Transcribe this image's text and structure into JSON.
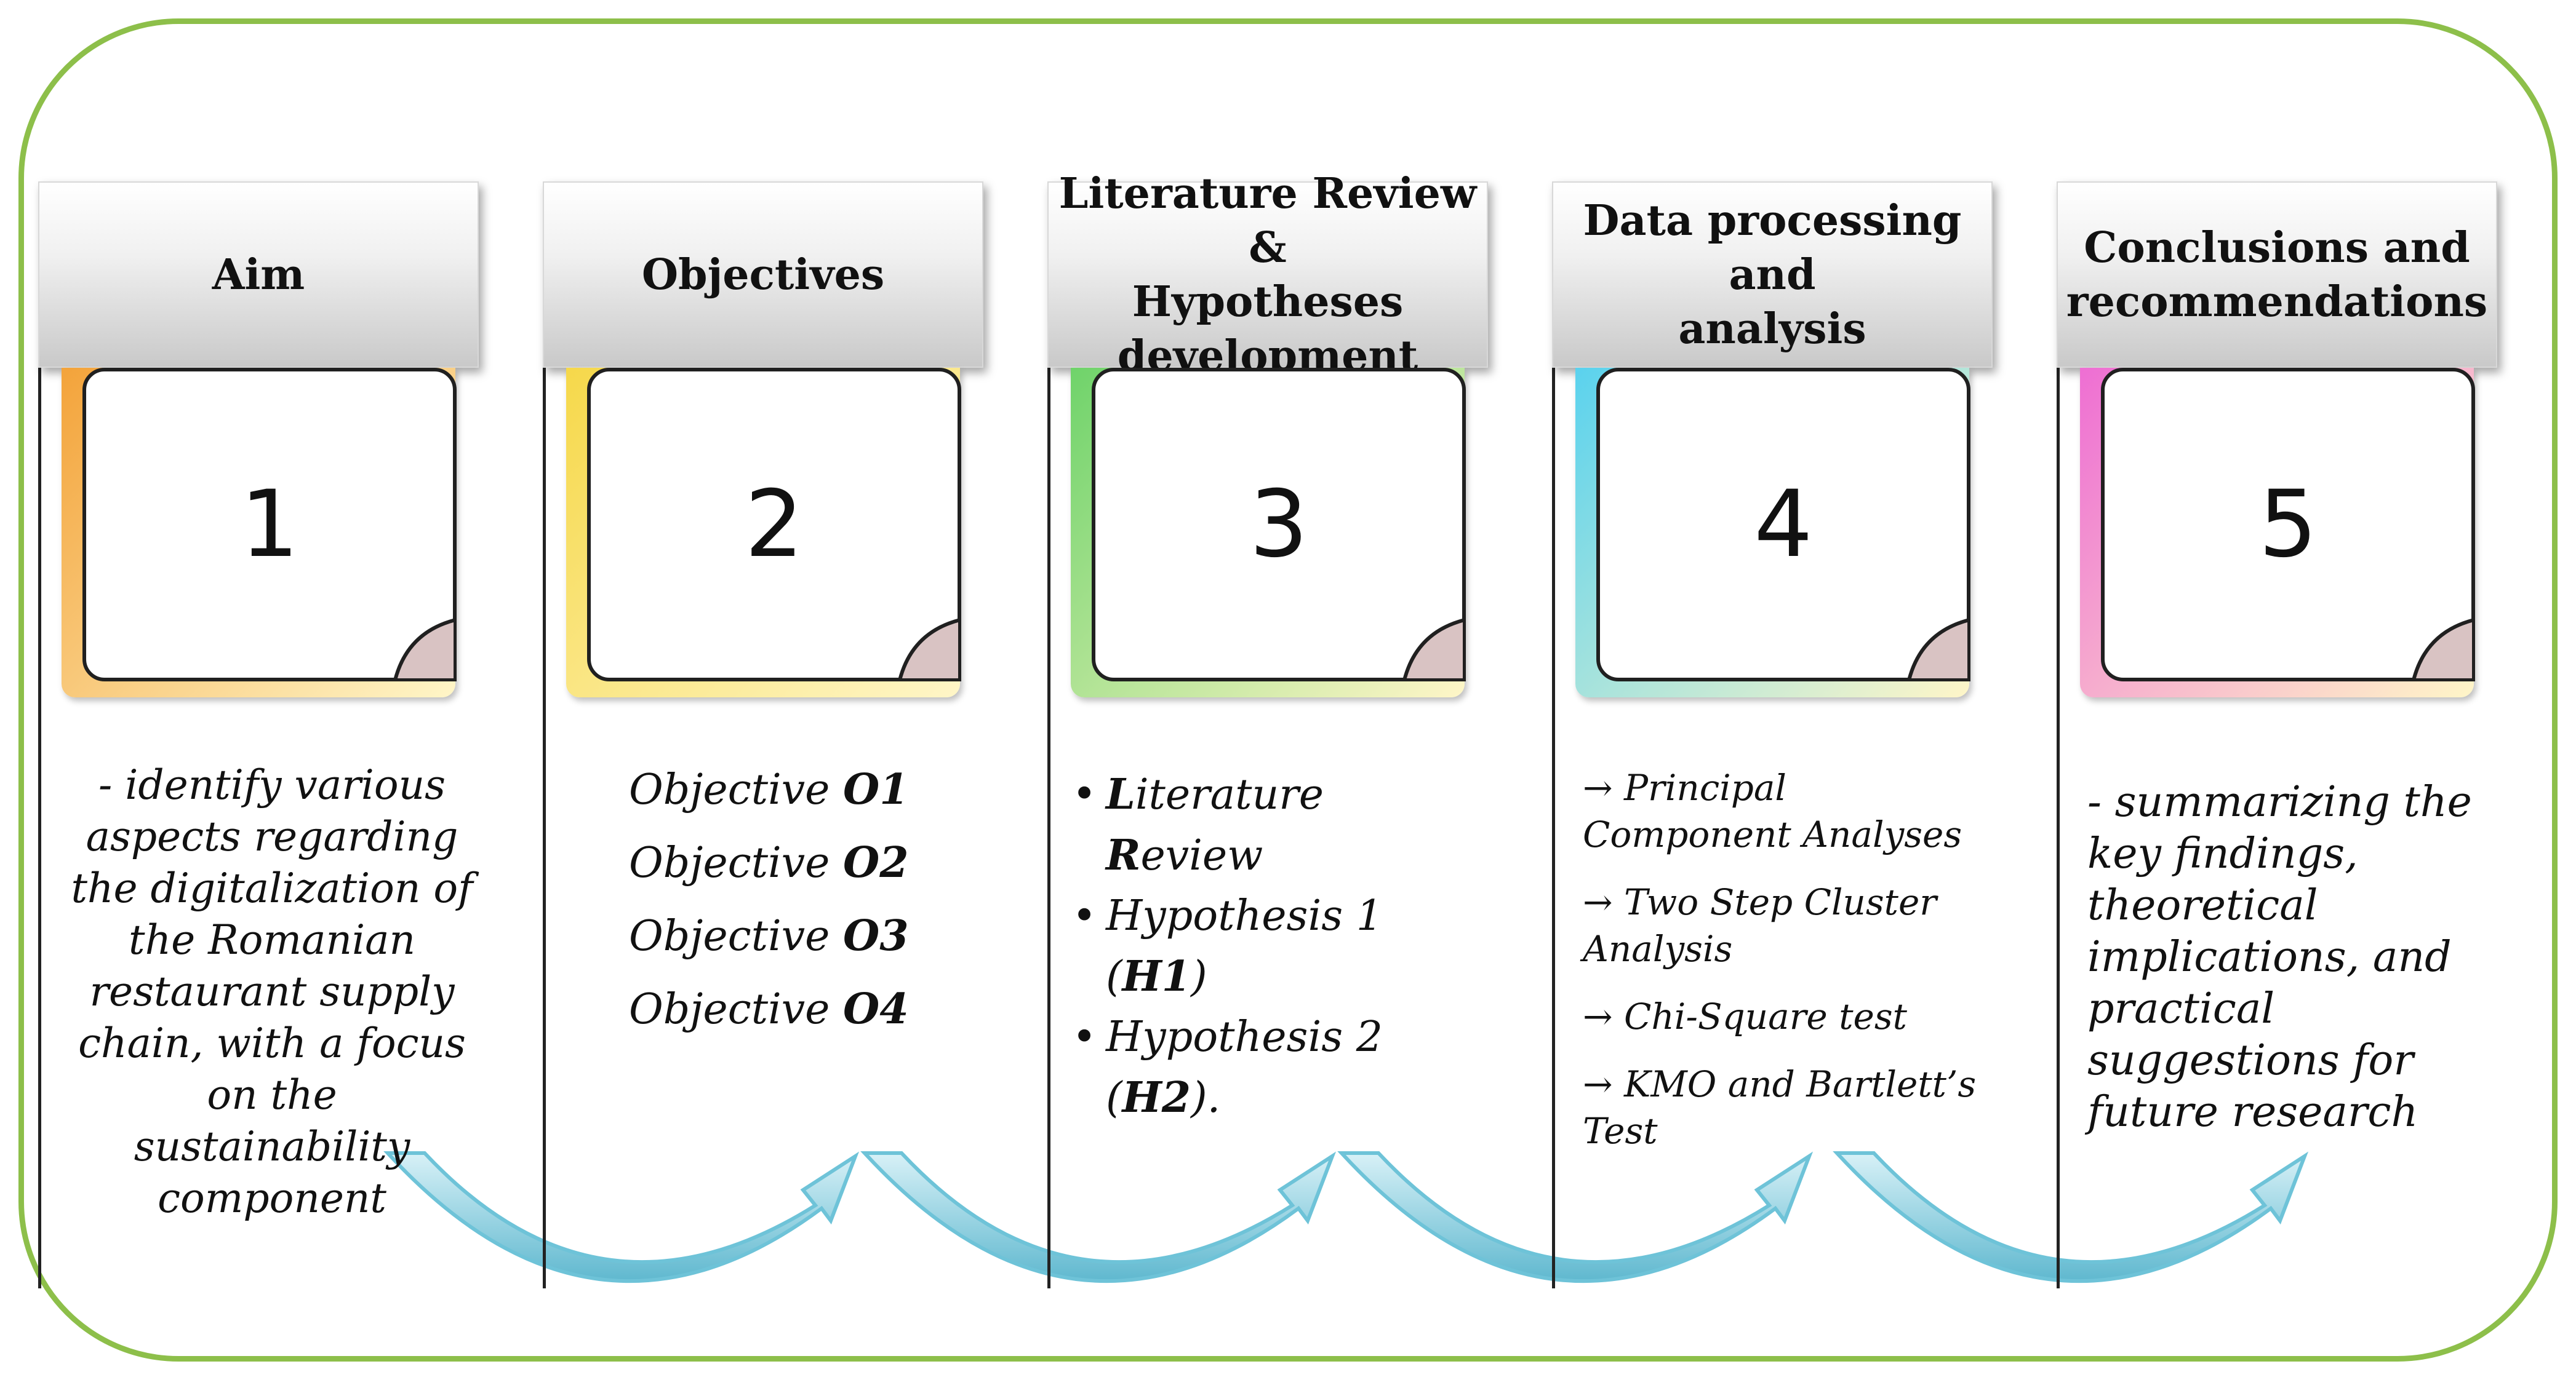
{
  "colors": {
    "frame": "#8dbf4a",
    "arrow": "#6ec3d8",
    "notes": [
      "#f3a33a",
      "#f6d84a",
      "#6fd36a",
      "#5ad2ee",
      "#ee6ed3"
    ]
  },
  "steps": [
    {
      "header": "Aim",
      "number": "1"
    },
    {
      "header": "Objectives",
      "number": "2"
    },
    {
      "header": "Literature Review &\nHypotheses\ndevelopment",
      "number": "3"
    },
    {
      "header": "Data processing and\nanalysis",
      "number": "4"
    },
    {
      "header": "Conclusions and\nrecommendations",
      "number": "5"
    }
  ],
  "aim_text": "- identify various aspects regarding the digitalization of  the Romanian restaurant supply chain, with a focus on the sustainability component",
  "objectives": [
    {
      "prefix": "Objective ",
      "code": "O1"
    },
    {
      "prefix": "Objective ",
      "code": "O2"
    },
    {
      "prefix": "Objective ",
      "code": "O3"
    },
    {
      "prefix": "Objective ",
      "code": "O4"
    }
  ],
  "literature": {
    "bullet": "•",
    "item1_a": "L",
    "item1_b": "iterature ",
    "item1_c": "R",
    "item1_d": "eview",
    "item2_a": "Hypothesis 1 (",
    "item2_b": "H1",
    "item2_c": ")",
    "item3_a": "Hypothesis 2",
    "item3_b": "(",
    "item3_c": "H2",
    "item3_d": ")."
  },
  "analysis": [
    "→ Principal Component Analyses",
    "→ Two Step Cluster Analysis",
    "→ Chi-Square test",
    "→ KMO and Bartlett’s Test"
  ],
  "conclusions_text": "- summarizing the key findings, theoretical implications, and practical suggestions for future research"
}
